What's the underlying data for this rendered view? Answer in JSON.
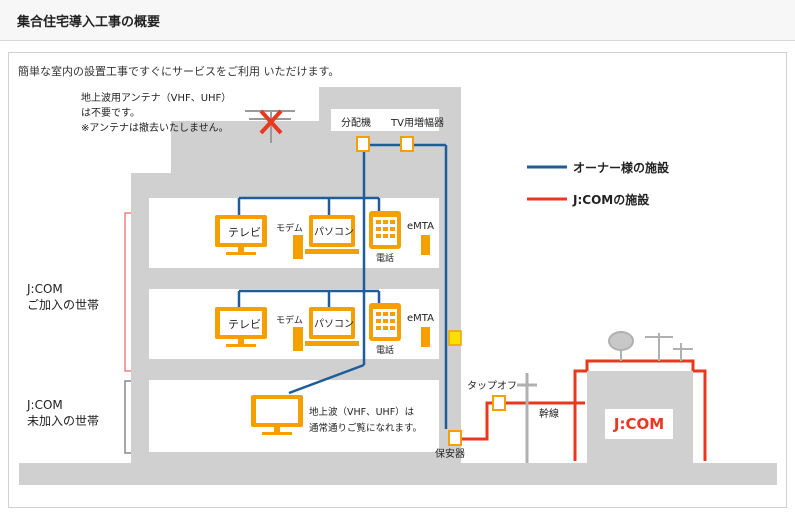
{
  "header": {
    "title": "集合住宅導入工事の概要"
  },
  "intro": "簡単な室内の設置工事ですぐにサービスをご利用 いただけます。",
  "diagram": {
    "antenna_note": [
      "地上波用アンテナ（VHF、UHF）",
      "は不要です。",
      "※アンテナは撤去いたしません。"
    ],
    "distributor": "分配機",
    "booster": "TV用増幅器",
    "legend_owner": "オーナー様の施設",
    "legend_jcom": "J:COMの施設",
    "tv": "テレビ",
    "modem": "モデム",
    "pc": "パソコン",
    "emta": "eMTA",
    "phone": "電話",
    "subscribed": [
      "J:COM",
      "ご加入の世帯"
    ],
    "unsubscribed": [
      "J:COM",
      "未加入の世帯"
    ],
    "terrestrial_note": [
      "地上波（VHF、UHF）は",
      "通常通りご覧になれます。"
    ],
    "tapoff": "タップオフ",
    "trunk": "幹線",
    "protector": "保安器",
    "jcom_logo": "J:COM",
    "colors": {
      "owner_line": "#1f5c9a",
      "jcom_line": "#e8391f",
      "device": "#f5a000",
      "building": "#d0d0d0"
    }
  }
}
